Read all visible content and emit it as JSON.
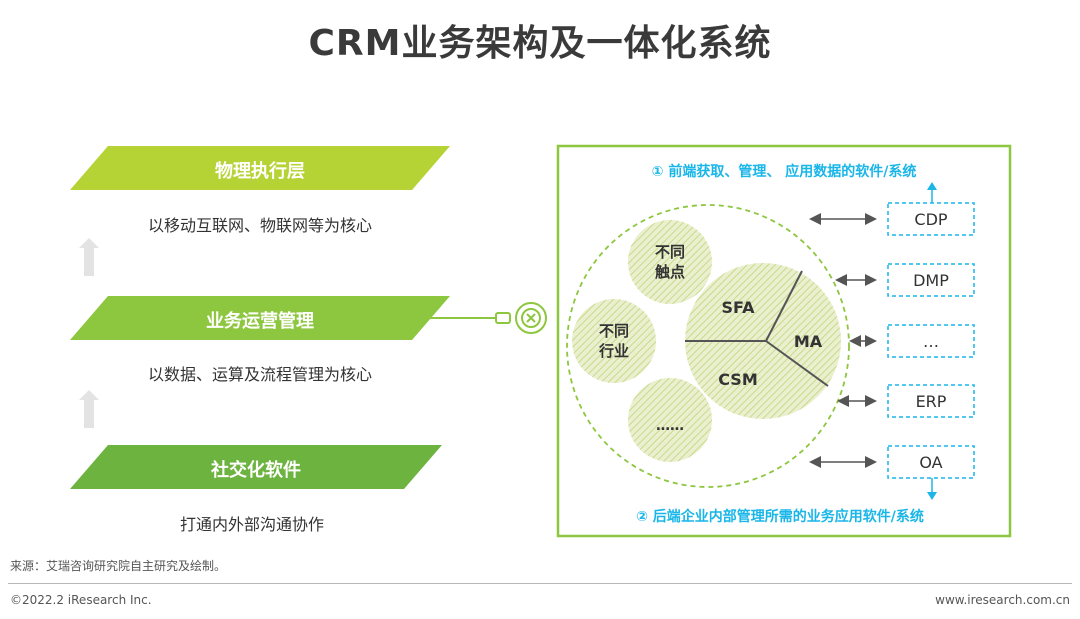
{
  "title": "CRM业务架构及一体化系统",
  "layers": [
    {
      "label": "物理执行层",
      "desc": "以移动互联网、物联网等为核心",
      "color": "#b5d334"
    },
    {
      "label": "业务运营管理",
      "desc": "以数据、运算及流程管理为核心",
      "color": "#8dc63f"
    },
    {
      "label": "社交化软件",
      "desc": "打通内外部沟通协作",
      "color": "#6db33f"
    }
  ],
  "panel": {
    "top_note": "① 前端获取、管理、 应用数据的软件/系统",
    "bottom_note": "② 后端企业内部管理所需的业务应用软件/系统",
    "bubbles": {
      "touch_line1": "不同",
      "touch_line2": "触点",
      "industry_line1": "不同",
      "industry_line2": "行业",
      "more": "……",
      "sfa": "SFA",
      "ma": "MA",
      "csm": "CSM"
    },
    "systems": [
      "CDP",
      "DMP",
      "…",
      "ERP",
      "OA"
    ]
  },
  "colors": {
    "green": "#8dc63f",
    "lime": "#b5d334",
    "cyan": "#1ab6e8",
    "panel_border": "#8dc63f"
  },
  "footer": {
    "source": "来源：艾瑞咨询研究院自主研究及绘制。",
    "copyright": "©2022.2 iResearch Inc.",
    "website": "www.iresearch.com.cn"
  }
}
